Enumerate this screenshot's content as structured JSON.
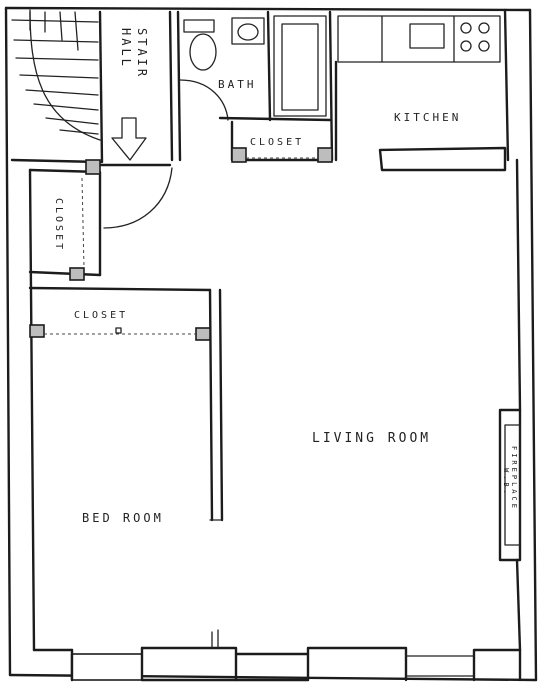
{
  "rooms": {
    "stair_hall_line1": "STAIR",
    "stair_hall_line2": "HALL",
    "bath": "BATH",
    "kitchen": "KITCHEN",
    "closet_bath": "CLOSET",
    "closet_hall": "CLOSET",
    "closet_bedroom": "CLOSET",
    "living_room": "LIVING ROOM",
    "bed_room": "BED ROOM",
    "fireplace_line1": "W.B.",
    "fireplace_line2": "FIREPLACE"
  }
}
